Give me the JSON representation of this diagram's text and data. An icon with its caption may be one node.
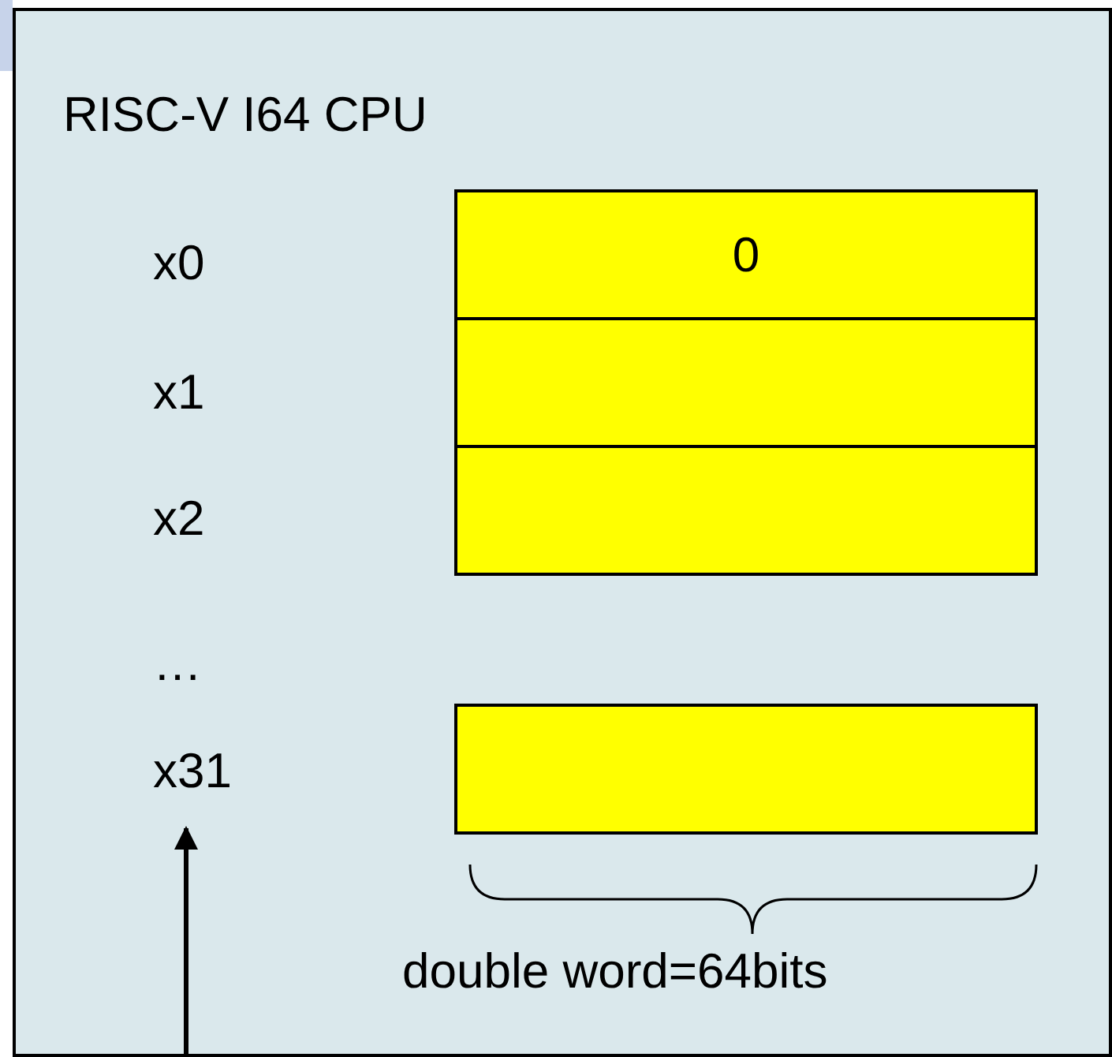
{
  "diagram": {
    "nodes": [
      {
        "text": [
          "RISC-V I64 CPU"
        ]
      },
      {
        "text": [
          "0"
        ],
        "in": 0
      },
      {
        "text": [],
        "shape": "box",
        "in": 0
      },
      {
        "text": [],
        "shape": "box",
        "in": 0
      },
      {
        "text": [
          "x31"
        ],
        "in": 0
      },
      {
        "text": [],
        "shape": "box",
        "in": 0
      }
    ],
    "edges": [
      {
        "from": null,
        "to": 4,
        "arrow": "to"
      }
    ],
    "labels": [
      "x0",
      "x1",
      "x2",
      "…",
      "double word=64bits"
    ]
  }
}
